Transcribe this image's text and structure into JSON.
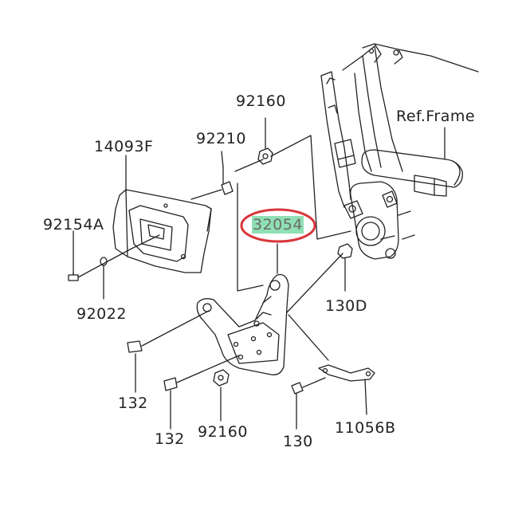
{
  "diagram": {
    "callouts": {
      "ref_frame": "Ref.Frame",
      "p92160_top": "92160",
      "p92210": "92210",
      "p14093F": "14093F",
      "p92154A": "92154A",
      "p92022": "92022",
      "p32054": "32054",
      "p130D": "130D",
      "p132_a": "132",
      "p132_b": "132",
      "p92160_bottom": "92160",
      "p130": "130",
      "p11056B": "11056B"
    },
    "highlight": {
      "part": "32054",
      "ring_color": "#d8363a",
      "fill_color": "#8fe0b4"
    },
    "line_color": "#222222"
  }
}
